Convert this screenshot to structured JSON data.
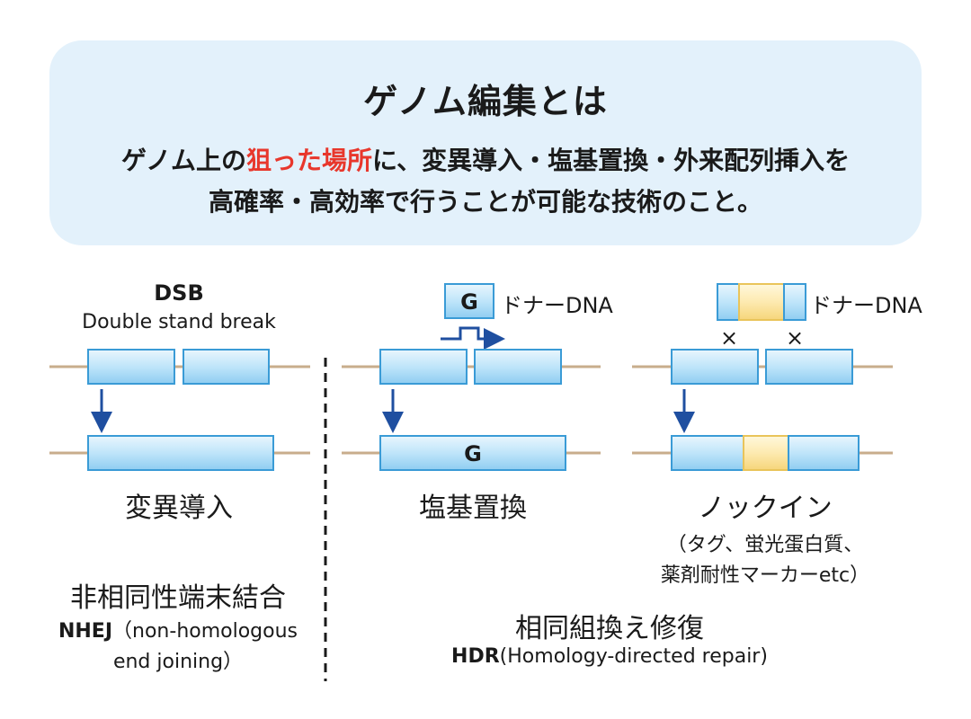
{
  "header": {
    "title": "ゲノム編集とは",
    "description_prefix": "ゲノム上の",
    "description_highlight": "狙った場所",
    "description_rest": "に、変異導入・塩基置換・外来配列挿入を",
    "description_line2": "高確率・高効率で行うことが可能な技術のこと。"
  },
  "dsb": {
    "title": "DSB",
    "subtitle": "Double stand break"
  },
  "donor_dna_label": "ドナーDNA",
  "g_letter": "G",
  "cross_mark": "×",
  "captions": {
    "mutation": "変異導入",
    "substitution": "塩基置換",
    "knockin": "ノックイン",
    "knockin_note_1": "（タグ、蛍光蛋白質、",
    "knockin_note_2": "薬剤耐性マーカーetc）"
  },
  "nhej": {
    "name_ja": "非相同性端末結合",
    "abbr": "NHEJ",
    "full_1": "（non-homologous",
    "full_2": "end joining）"
  },
  "hdr": {
    "name_ja": "相同組換え修復",
    "abbr": "HDR",
    "full": "(Homology-directed repair)"
  },
  "colors": {
    "header_bg": "#e3f1fb",
    "highlight_red": "#e8372c",
    "dna_line": "#c8ad8c",
    "block_blue": "#aedcf6",
    "block_border": "#3a9bd6",
    "insert_yellow": "#fbe6a2",
    "arrow_blue": "#1f4fa0"
  }
}
